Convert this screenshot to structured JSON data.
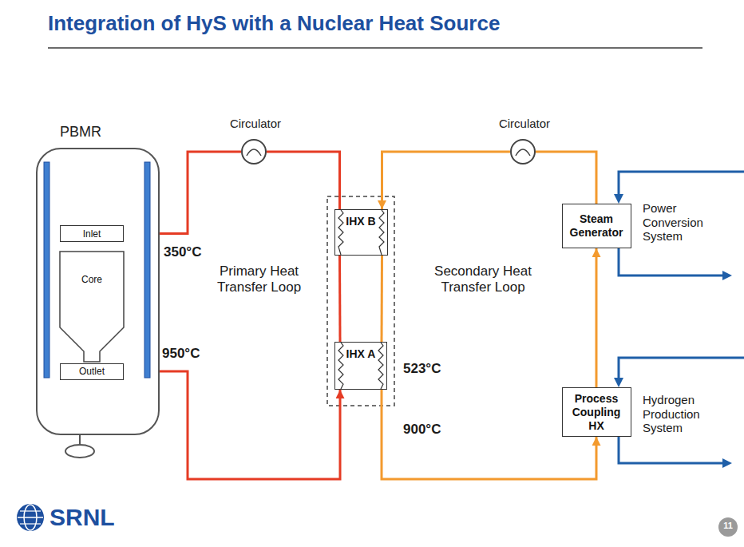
{
  "diagram": {
    "title": "Integration of HyS with a Nuclear Heat Source",
    "nodes": [
      {
        "text": [
          "PBMR"
        ]
      },
      {
        "text": [
          "Inlet"
        ],
        "in": 0
      },
      {
        "text": [
          "Core"
        ],
        "in": 0
      },
      {
        "text": [
          "Outlet"
        ],
        "in": 0
      },
      {
        "text": [
          "Circulator"
        ]
      },
      {
        "text": [
          "Circulator"
        ]
      },
      {
        "text": [
          "IHX B"
        ]
      },
      {
        "text": [
          "IHX A"
        ]
      },
      {
        "text": [
          "Steam Generator"
        ]
      },
      {
        "text": [
          "Process Coupling HX"
        ]
      }
    ],
    "edges": [
      {
        "from": 3,
        "to": 7,
        "arrow": "to"
      },
      {
        "from": 7,
        "to": 6,
        "arrow": "none"
      },
      {
        "from": 6,
        "to": 4,
        "arrow": "none"
      },
      {
        "from": 4,
        "to": 1,
        "arrow": "to"
      },
      {
        "from": 7,
        "to": 9,
        "arrow": "to"
      },
      {
        "from": 9,
        "to": 8,
        "arrow": "to"
      },
      {
        "from": 8,
        "to": 5,
        "arrow": "none"
      },
      {
        "from": 5,
        "to": 6,
        "arrow": "to"
      },
      {
        "from": 6,
        "to": 7,
        "arrow": "none"
      }
    ],
    "labels": [
      "350°C",
      "Primary Heat Transfer Loop",
      "950°C",
      "Secondary Heat Transfer Loop",
      "523°C",
      "900°C",
      "Power Conversion System",
      "Hydrogen Production System",
      "SRNL",
      "11"
    ]
  }
}
